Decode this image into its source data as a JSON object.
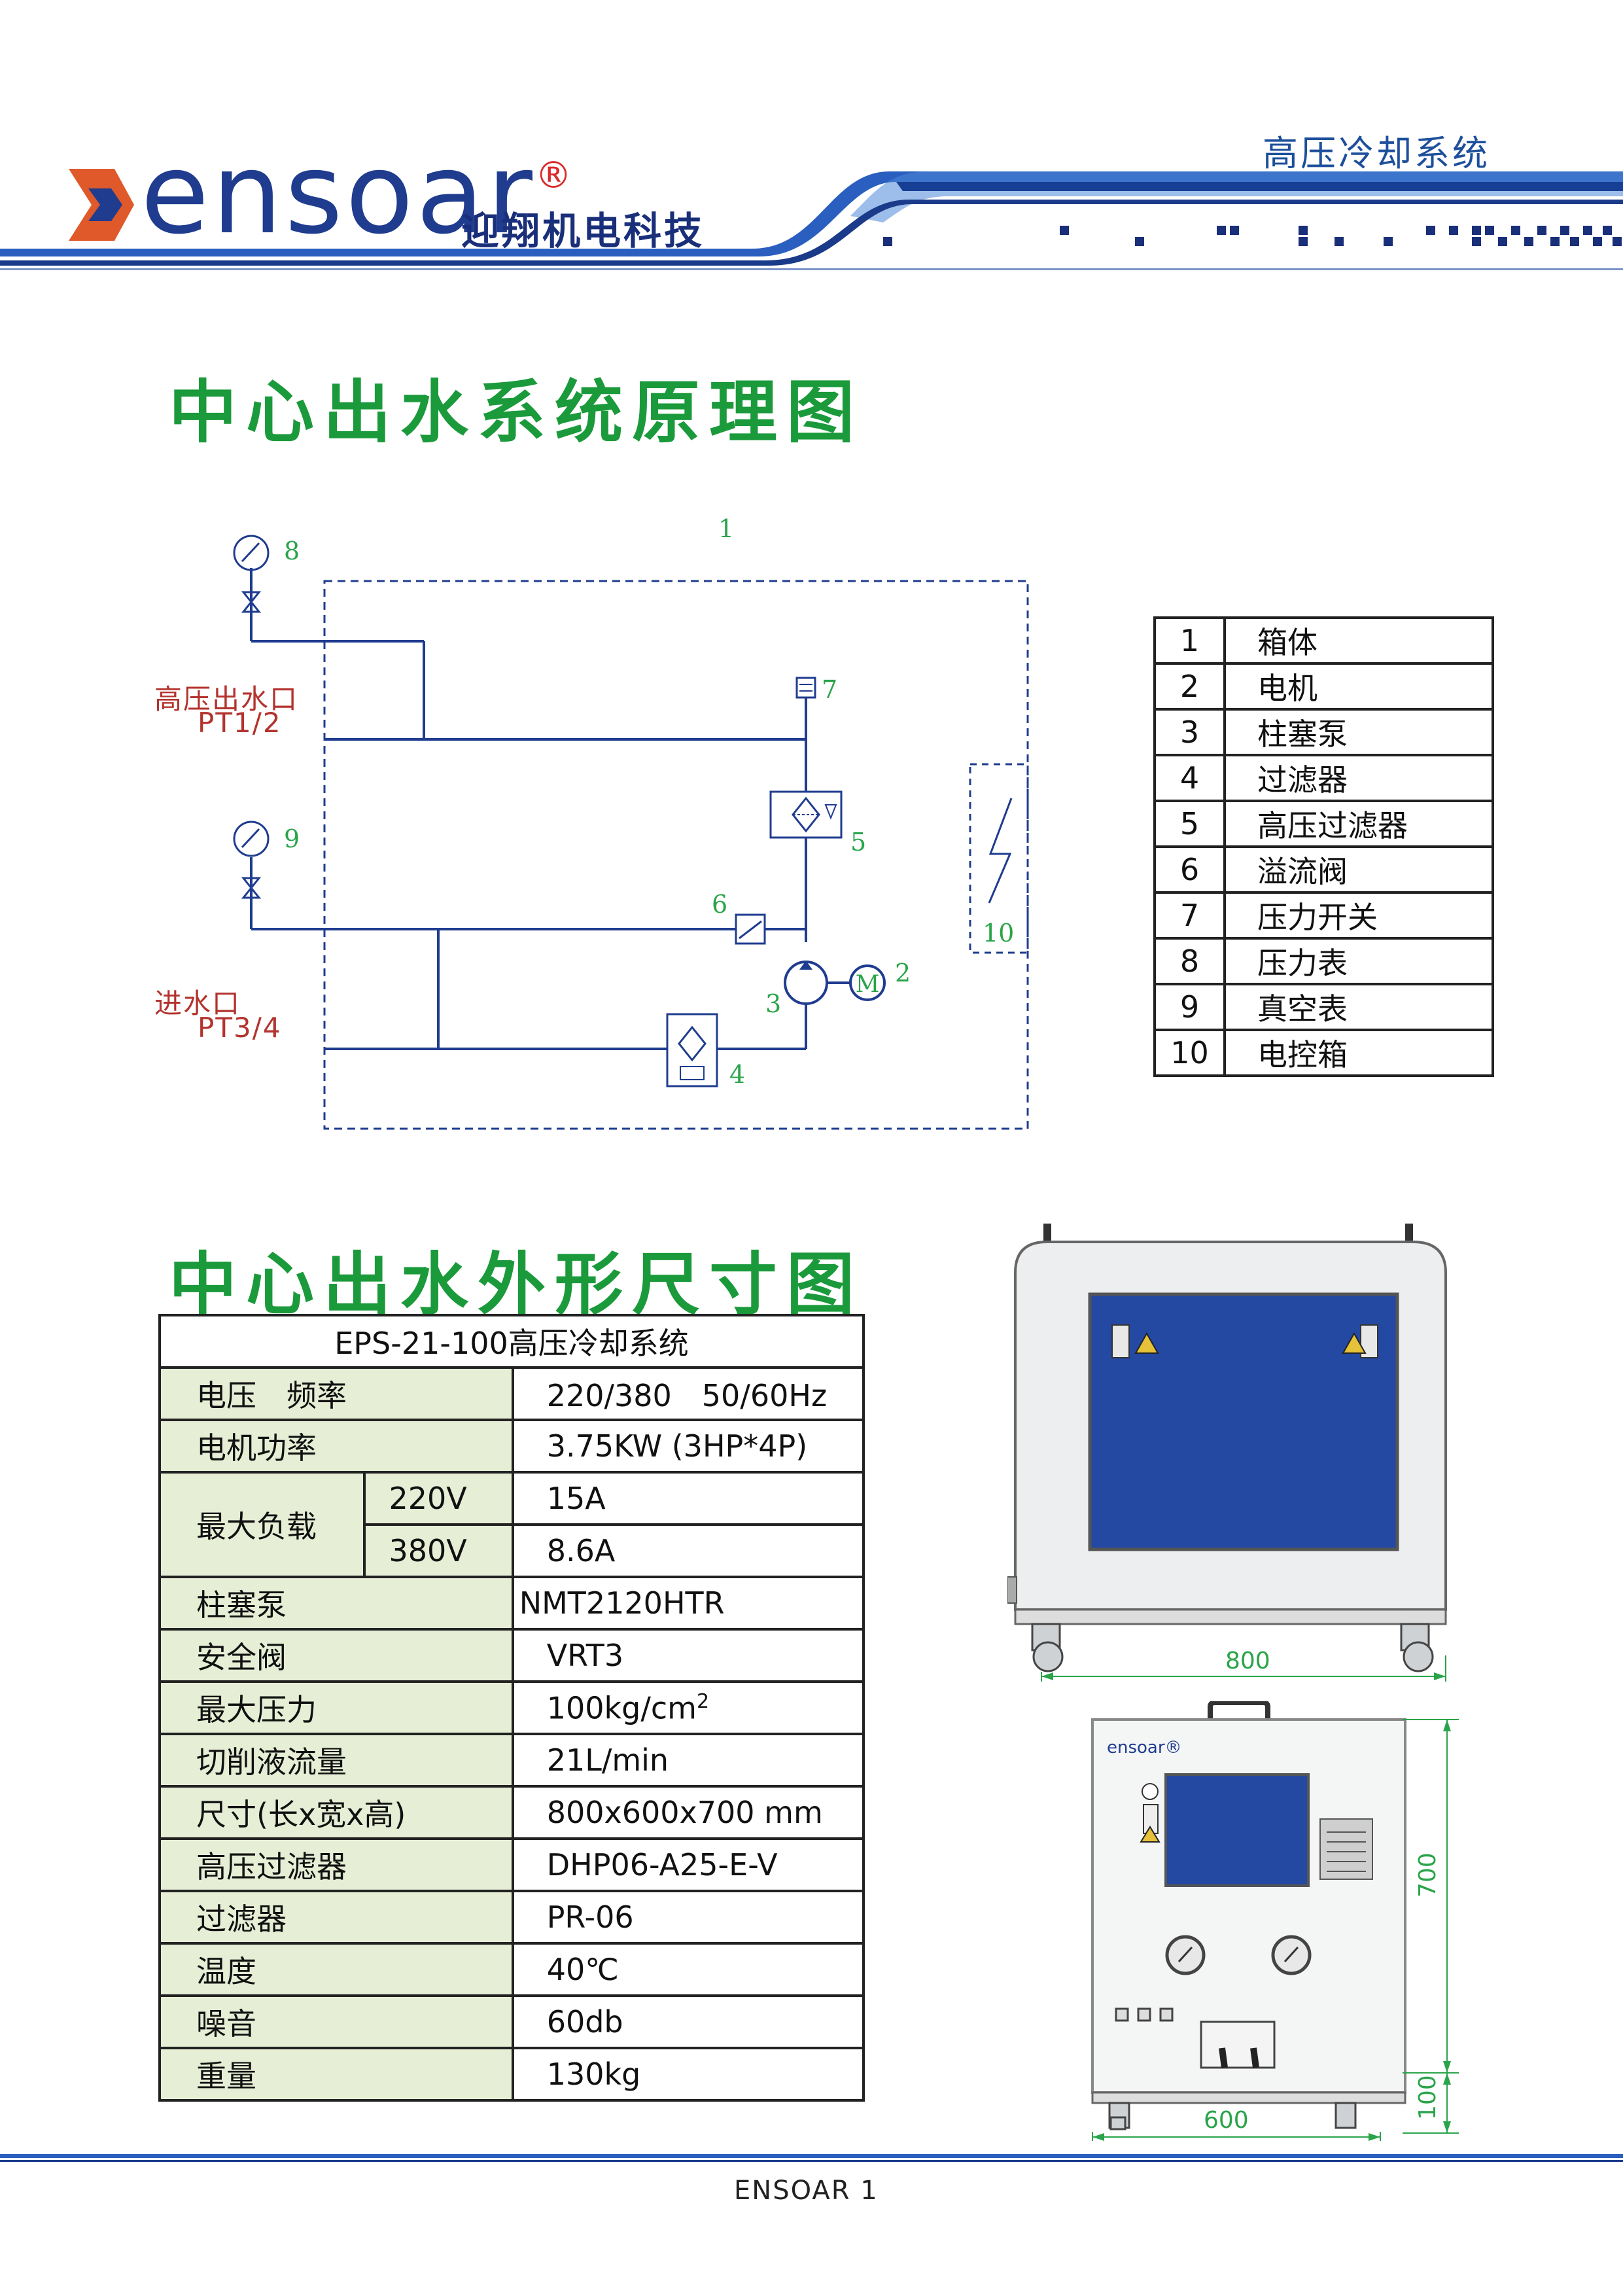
{
  "header": {
    "logo_text": "ensoar",
    "logo_registered": "®",
    "logo_subtitle": "迎翔机电科技",
    "doc_title": "高压冷却系统"
  },
  "schematic": {
    "title": "中心出水系统原理图",
    "callouts": [
      "1",
      "2",
      "3",
      "4",
      "5",
      "6",
      "7",
      "8",
      "9",
      "10"
    ],
    "outlet_label": "高压出水口",
    "outlet_thread": "PT1/2",
    "inlet_label": "进水口",
    "inlet_thread": "PT3/4",
    "motor_letter": "M"
  },
  "legend": [
    {
      "num": "1",
      "name": "箱体"
    },
    {
      "num": "2",
      "name": "电机"
    },
    {
      "num": "3",
      "name": "柱塞泵"
    },
    {
      "num": "4",
      "name": "过滤器"
    },
    {
      "num": "5",
      "name": "高压过滤器"
    },
    {
      "num": "6",
      "name": "溢流阀"
    },
    {
      "num": "7",
      "name": "压力开关"
    },
    {
      "num": "8",
      "name": "压力表"
    },
    {
      "num": "9",
      "name": "真空表"
    },
    {
      "num": "10",
      "name": "电控箱"
    }
  ],
  "dimensions": {
    "title": "中心出水外形尺寸图",
    "front_width": "800",
    "side_width": "600",
    "height": "700",
    "base_height": "100",
    "side_logo": "ensoar®"
  },
  "spec": {
    "header": "EPS-21-100高压冷却系统",
    "voltage_freq_label": "电压　频率",
    "voltage_freq_value": "220/380　50/60Hz",
    "motor_power_label": "电机功率",
    "motor_power_value": "3.75KW (3HP*4P)",
    "max_load_label": "最大负载",
    "load_220_label": "220V",
    "load_220_value": "15A",
    "load_380_label": "380V",
    "load_380_value": "8.6A",
    "pump_label": "柱塞泵",
    "pump_value": "NMT2120HTR",
    "safety_valve_label": "安全阀",
    "safety_valve_value": "VRT3",
    "max_pressure_label": "最大压力",
    "max_pressure_value": "100kg/cm",
    "max_pressure_sup": "2",
    "flow_label": "切削液流量",
    "flow_value": "21L/min",
    "size_label": "尺寸(长x宽x高)",
    "size_value": "800x600x700 mm",
    "hp_filter_label": "高压过滤器",
    "hp_filter_value": "DHP06-A25-E-V",
    "filter_label": "过滤器",
    "filter_value": "PR-06",
    "temp_label": "温度",
    "temp_value": "40℃",
    "noise_label": "噪音",
    "noise_value": "60db",
    "weight_label": "重量",
    "weight_value": "130kg"
  },
  "footer": {
    "text": "ENSOAR",
    "page": "1"
  },
  "colors": {
    "brand_blue": "#1f3c8f",
    "title_green": "#1b9a3b",
    "callout_green": "#2aa44a",
    "label_red": "#b3332e",
    "pipe_blue": "#1f3c8f",
    "table_label_bg": "#e6eed6",
    "panel_blue": "#2449a3"
  }
}
